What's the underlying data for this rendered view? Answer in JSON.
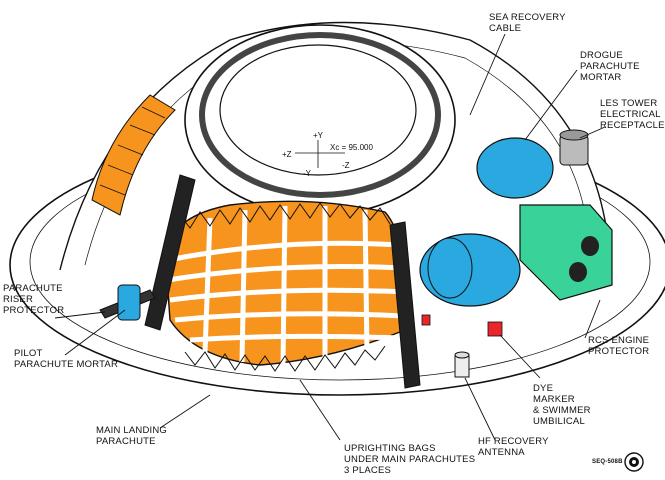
{
  "figure": {
    "colors": {
      "orange": "#f7941d",
      "blue": "#2aa8e0",
      "green": "#39d39a",
      "red": "#e8262b",
      "line": "#111111"
    },
    "axes": {
      "plus_y": "+Y",
      "plus_z": "+Z",
      "minus_y": "-Y",
      "minus_z": "-Z",
      "station": "Xc = 95.000"
    },
    "labels": {
      "sea_recovery_cable": [
        "SEA RECOVERY",
        "CABLE"
      ],
      "drogue_parachute_mortar": [
        "DROGUE",
        "PARACHUTE",
        "MORTAR"
      ],
      "les_tower_receptacle": [
        "LES TOWER",
        "ELECTRICAL",
        "RECEPTACLE"
      ],
      "parachute_riser_protector": [
        "PARACHUTE",
        "RISER",
        "PROTECTOR"
      ],
      "pilot_parachute_mortar": [
        "PILOT",
        "PARACHUTE MORTAR"
      ],
      "rcs_engine_protector": [
        "RCS ENGINE",
        "PROTECTOR"
      ],
      "dye_marker": [
        "DYE",
        "MARKER",
        "& SWIMMER",
        "UMBILICAL"
      ],
      "main_landing_parachute": [
        "MAIN LANDING",
        "PARACHUTE"
      ],
      "uprighting_bags": [
        "UPRIGHTING BAGS",
        "UNDER MAIN PARACHUTES",
        "3 PLACES"
      ],
      "hf_recovery_antenna": [
        "HF RECOVERY",
        "ANTENNA"
      ],
      "figure_code": "SEQ-508B"
    }
  }
}
